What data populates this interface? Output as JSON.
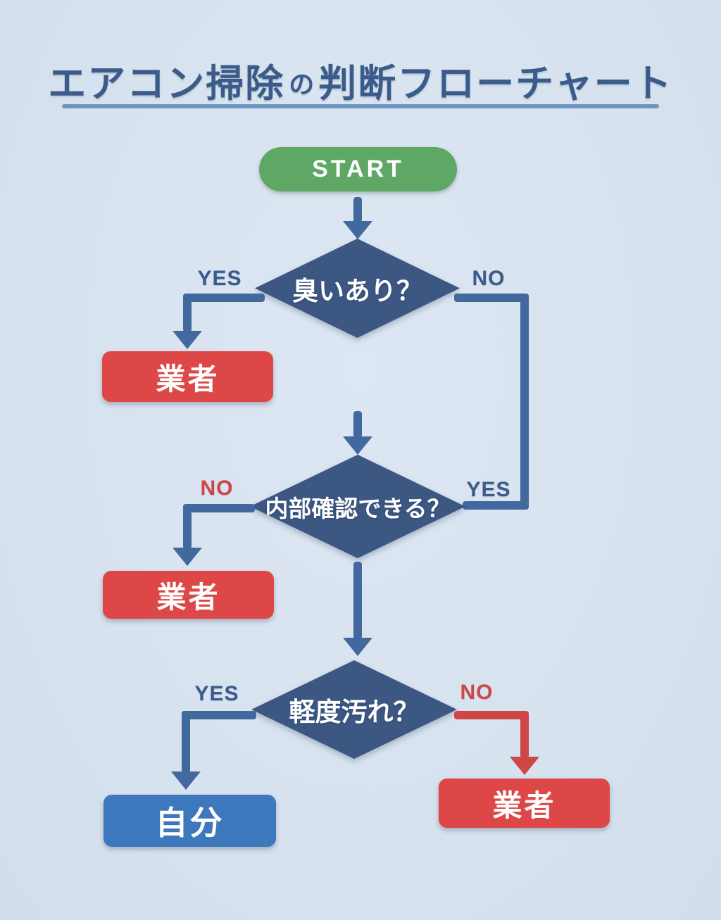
{
  "title": {
    "part1": "エアコン掃除",
    "particle": "の",
    "part2": "判断フローチャート"
  },
  "flow": {
    "start_label": "START",
    "decisions": [
      {
        "question": "臭いあり？",
        "left_label": "YES",
        "right_label": "NO",
        "left_result": "業者"
      },
      {
        "question": "内部確認できる？",
        "left_label": "NO",
        "right_label": "YES",
        "left_result": "業者"
      },
      {
        "question": "軽度汚れ？",
        "left_label": "YES",
        "right_label": "NO",
        "left_result": "自分",
        "right_result": "業者"
      }
    ]
  },
  "colors": {
    "background": "#d9e3f0",
    "title_navy": "#3b5b8a",
    "underline_blue": "#6d96c1",
    "start_green": "#5fa765",
    "diamond_navy": "#3b5782",
    "connector_blue": "#42699e",
    "result_red": "#dd4747",
    "branch_red": "#cf4646",
    "self_blue": "#3c78bb"
  }
}
